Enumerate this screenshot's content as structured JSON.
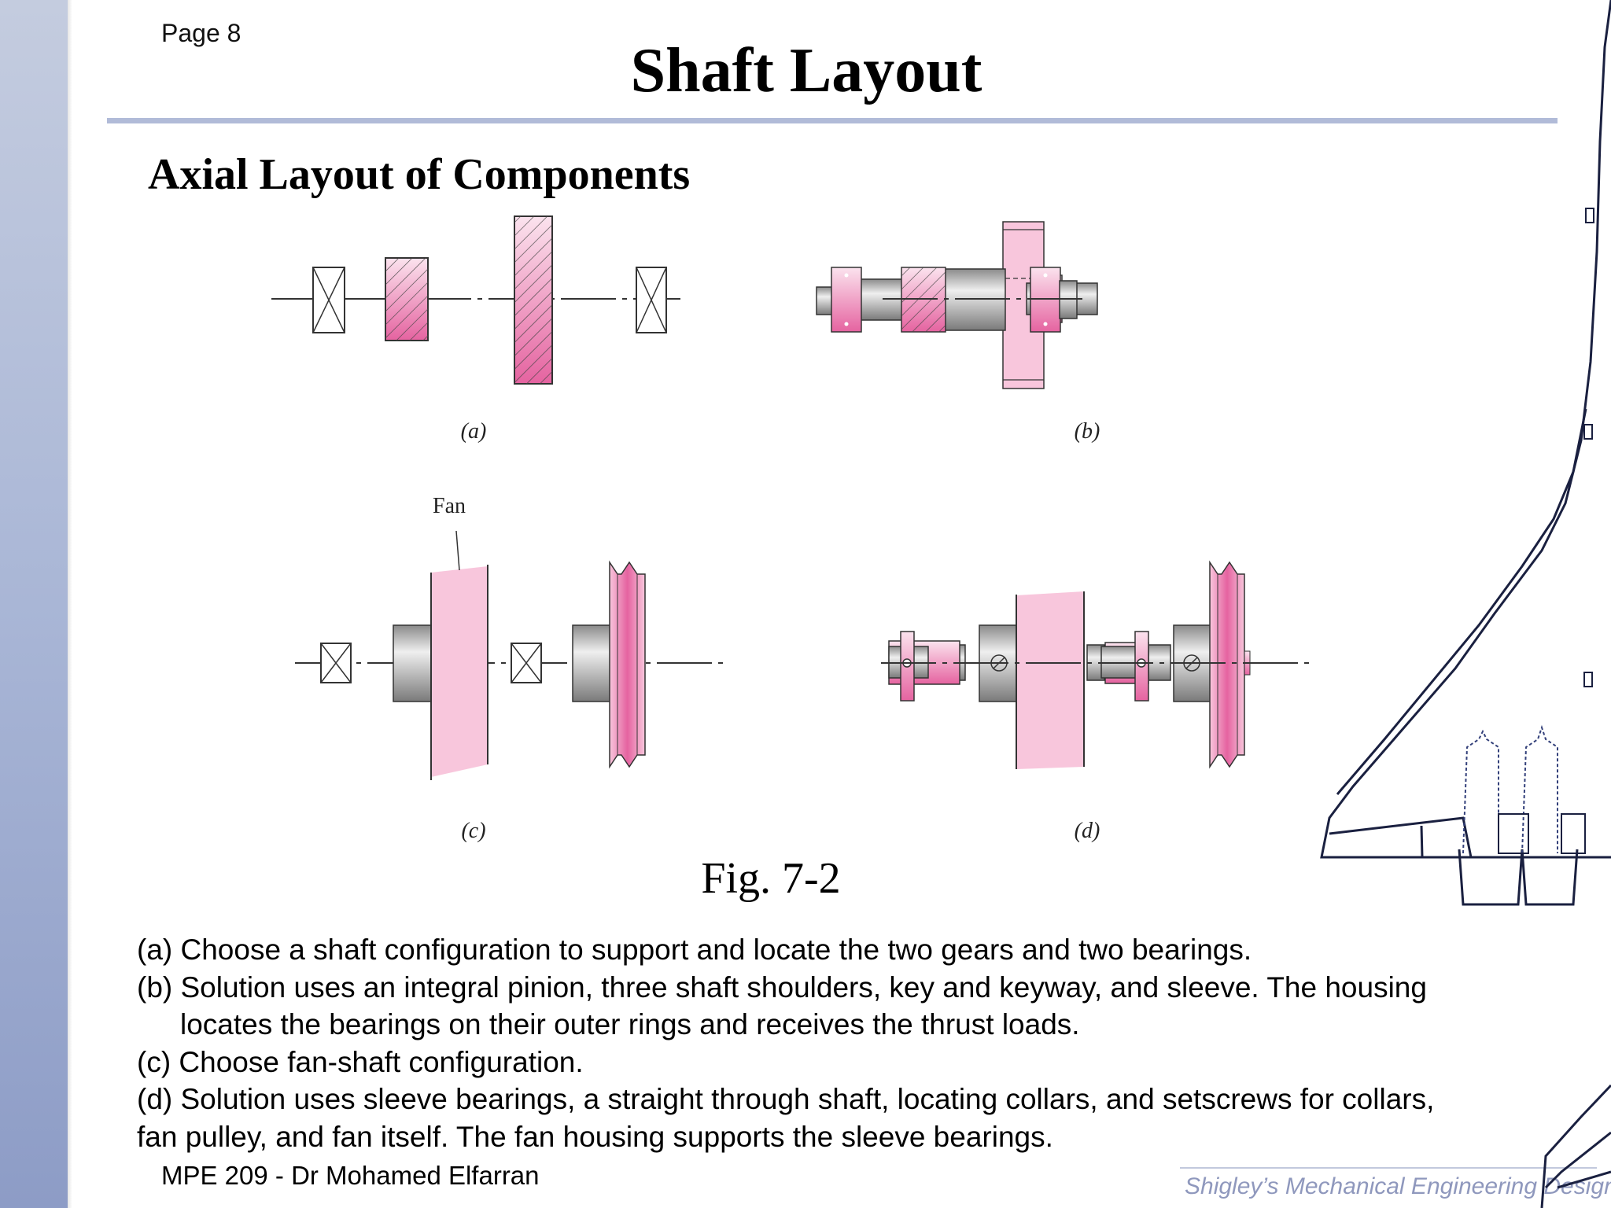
{
  "slide": {
    "page_number": "Page 8",
    "title": "Shaft Layout",
    "section_heading": "Axial Layout of Components"
  },
  "figure": {
    "panel_labels": {
      "a": "(a)",
      "b": "(b)",
      "c": "(c)",
      "d": "(d)"
    },
    "fan_label": "Fan",
    "caption": "Fig. 7-2",
    "colors": {
      "pink_light": "#f8c6dc",
      "pink_dark": "#e563a0",
      "steel_light": "#e2e2e2",
      "steel_dark": "#808080"
    }
  },
  "description": {
    "lines": [
      "(a) Choose a shaft configuration to support and locate the two gears and two bearings.",
      "(b) Solution uses an integral pinion, three shaft shoulders, key and keyway, and sleeve. The housing",
      "locates the bearings on their outer rings and receives the thrust loads.",
      "(c) Choose fan-shaft configuration.",
      "(d) Solution uses sleeve bearings, a straight through shaft, locating collars, and setscrews for collars,",
      "fan pulley, and fan itself. The fan housing supports the sleeve bearings."
    ]
  },
  "footer": {
    "course": "MPE  209 - Dr Mohamed Elfarran",
    "book": "Shigley’s Mechanical Engineering Design"
  }
}
